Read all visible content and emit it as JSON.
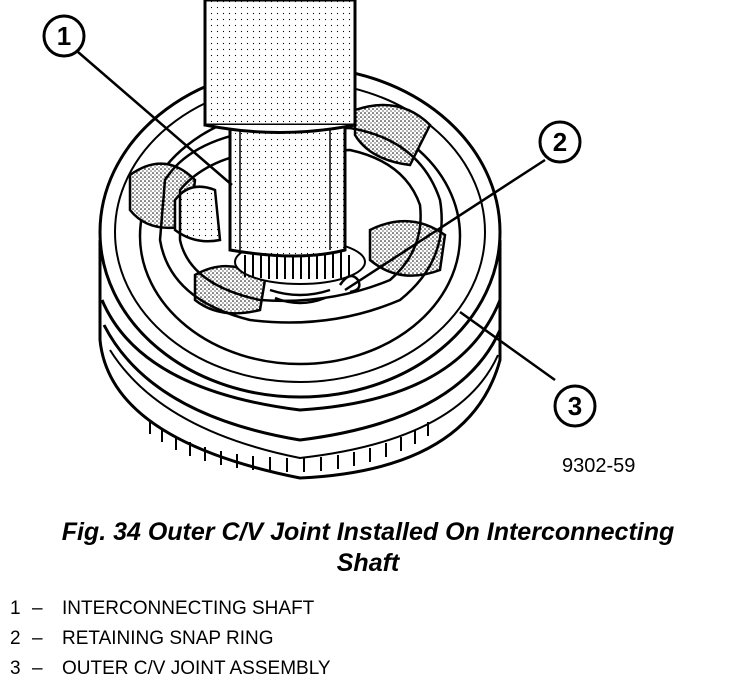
{
  "callouts": [
    "1",
    "2",
    "3"
  ],
  "figure_id": "9302-59",
  "caption": {
    "line1": "Fig. 34 Outer C/V Joint Installed On Interconnecting",
    "line2": "Shaft"
  },
  "legend": [
    {
      "num": "1",
      "dash": "–",
      "text": "INTERCONNECTING SHAFT"
    },
    {
      "num": "2",
      "dash": "–",
      "text": "RETAINING SNAP RING"
    },
    {
      "num": "3",
      "dash": "–",
      "text": "OUTER C/V JOINT ASSEMBLY"
    }
  ]
}
